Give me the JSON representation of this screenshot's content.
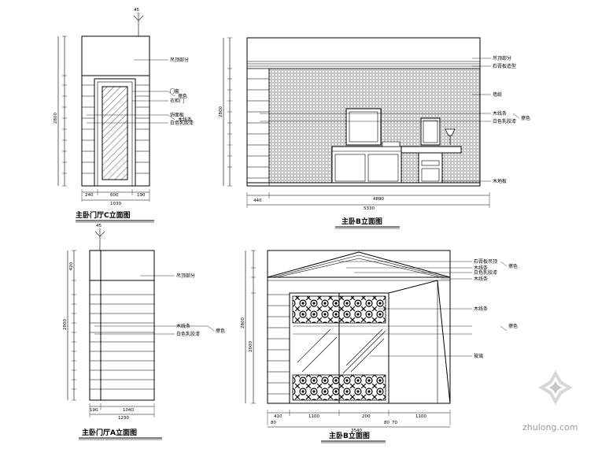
{
  "panels": {
    "c": {
      "title": "主卧门厅C立面图",
      "top_dim": "45",
      "height_dim": "2800",
      "bottom_dims": [
        "240",
        "600",
        "190"
      ],
      "total_dim": "1030",
      "callouts": [
        "吊顶部分",
        "门套",
        "擦色",
        "衣柜门",
        "饰面板",
        "木线条",
        "白色乳胶漆"
      ]
    },
    "b_top": {
      "title": "主卧B立面图",
      "height_dim": "2800",
      "bottom_dims": [
        "440",
        "4890"
      ],
      "total_dim": "5330",
      "callouts": [
        "吊顶部分",
        "石膏板造型",
        "墙纸",
        "木线条",
        "擦色",
        "白色乳胶漆",
        "木地板"
      ]
    },
    "a": {
      "title": "主卧门厅A立面图",
      "top_dim": "45",
      "height_dim": "2800",
      "top_seg": "420",
      "bottom_dims": [
        "190",
        "1040"
      ],
      "total_dim": "1230",
      "callouts": [
        "吊顶部分",
        "木线条",
        "擦色",
        "白色乳胶漆"
      ]
    },
    "b_bottom": {
      "title": "主卧B立面图",
      "height_dim": "2800",
      "seg_dim": "2000",
      "bottom_dims": [
        "410",
        "1100",
        "200",
        "1100"
      ],
      "sub_dims": [
        "80",
        "80",
        "70"
      ],
      "total_dim": "3540",
      "callouts": [
        "石膏板吊顶",
        "擦色",
        "木线条",
        "白色乳胶漆",
        "木线条",
        "木线条",
        "擦色",
        "玻璃"
      ]
    }
  },
  "watermark": "zhulong.com"
}
